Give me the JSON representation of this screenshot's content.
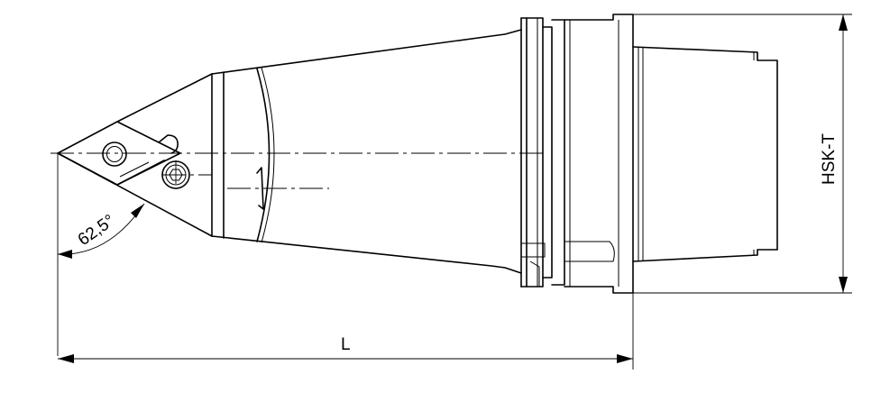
{
  "diagram": {
    "dimensions": {
      "angle_label": "62,5°",
      "length_label": "L",
      "height_label": "HSK-T"
    }
  }
}
